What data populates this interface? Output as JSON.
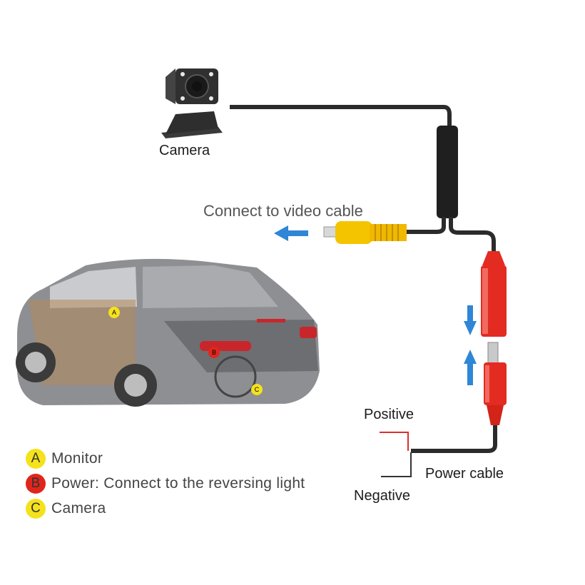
{
  "labels": {
    "camera": "Camera",
    "video": "Connect  to video cable",
    "positive": "Positive",
    "negative": "Negative",
    "power_cable": "Power cable"
  },
  "legend": [
    {
      "key": "A",
      "text": "Monitor",
      "color": "#f4e21c"
    },
    {
      "key": "B",
      "text": "Power: Connect to the reversing light",
      "color": "#e0261c"
    },
    {
      "key": "C",
      "text": "Camera",
      "color": "#f4e21c"
    }
  ],
  "car_markers": [
    {
      "key": "A",
      "color": "#f4e21c"
    },
    {
      "key": "B",
      "color": "#e0261c"
    },
    {
      "key": "C",
      "color": "#f4e21c"
    }
  ],
  "colors": {
    "cable": "#2b2b2b",
    "rca_plug": "#f5c400",
    "power_connector": "#e32b22",
    "arrow": "#2f86d6",
    "positive_wire": "#d9302a",
    "negative_wire": "#333333"
  },
  "icons": [
    "camera-icon",
    "car-illustration",
    "rca-plug-icon",
    "dc-connector-icon",
    "arrow-left-icon",
    "arrow-down-icon",
    "arrow-up-icon"
  ]
}
